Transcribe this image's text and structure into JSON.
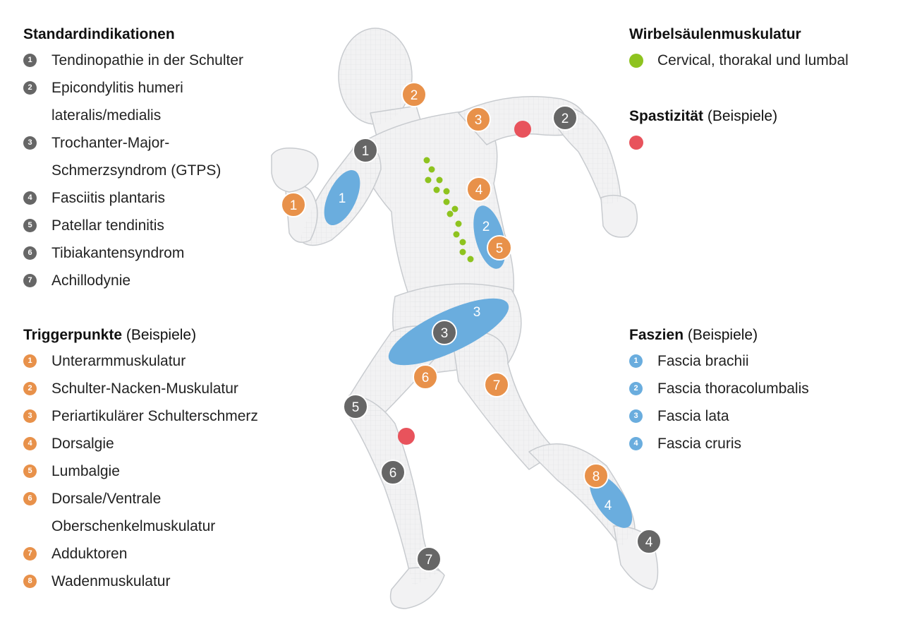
{
  "colors": {
    "gray": "#666666",
    "orange": "#E8914A",
    "blue": "#6AADDE",
    "green": "#8EC31F",
    "red": "#E8535C"
  },
  "standard": {
    "title": "Standardindikationen",
    "items": [
      {
        "num": "1",
        "lines": [
          "Tendinopathie in der Schulter"
        ]
      },
      {
        "num": "2",
        "lines": [
          "Epicondylitis humeri",
          "lateralis/medialis"
        ]
      },
      {
        "num": "3",
        "lines": [
          "Trochanter-Major-",
          "Schmerzsyndrom (GTPS)"
        ]
      },
      {
        "num": "4",
        "lines": [
          "Fasciitis plantaris"
        ]
      },
      {
        "num": "5",
        "lines": [
          "Patellar tendinitis"
        ]
      },
      {
        "num": "6",
        "lines": [
          "Tibiakantensyndrom"
        ]
      },
      {
        "num": "7",
        "lines": [
          "Achillodynie"
        ]
      }
    ]
  },
  "trigger": {
    "title": "Triggerpunkte",
    "subtitle": "(Beispiele)",
    "items": [
      {
        "num": "1",
        "lines": [
          "Unterarmmuskulatur"
        ]
      },
      {
        "num": "2",
        "lines": [
          "Schulter-Nacken-Muskulatur"
        ]
      },
      {
        "num": "3",
        "lines": [
          "Periartikulärer Schulterschmerz"
        ]
      },
      {
        "num": "4",
        "lines": [
          "Dorsalgie"
        ]
      },
      {
        "num": "5",
        "lines": [
          "Lumbalgie"
        ]
      },
      {
        "num": "6",
        "lines": [
          "Dorsale/Ventrale",
          "Oberschenkelmuskulatur"
        ]
      },
      {
        "num": "7",
        "lines": [
          "Adduktoren"
        ]
      },
      {
        "num": "8",
        "lines": [
          "Wadenmuskulatur"
        ]
      }
    ]
  },
  "spine": {
    "title": "Wirbelsäulenmuskulatur",
    "label": "Cervical, thorakal und lumbal"
  },
  "spasticity": {
    "title": "Spastizität",
    "subtitle": "(Beispiele)"
  },
  "fascia": {
    "title": "Faszien",
    "subtitle": "(Beispiele)",
    "items": [
      {
        "num": "1",
        "lines": [
          "Fascia brachii"
        ]
      },
      {
        "num": "2",
        "lines": [
          "Fascia thoracolumbalis"
        ]
      },
      {
        "num": "3",
        "lines": [
          "Fascia lata"
        ]
      },
      {
        "num": "4",
        "lines": [
          "Fascia cruris"
        ]
      }
    ]
  },
  "figure": {
    "gray_markers": [
      "1",
      "2",
      "3",
      "4",
      "5",
      "6",
      "7"
    ],
    "orange_markers": [
      "1",
      "2",
      "3",
      "4",
      "5",
      "6",
      "7",
      "8"
    ],
    "blue_markers": [
      "1",
      "2",
      "3",
      "4"
    ]
  }
}
